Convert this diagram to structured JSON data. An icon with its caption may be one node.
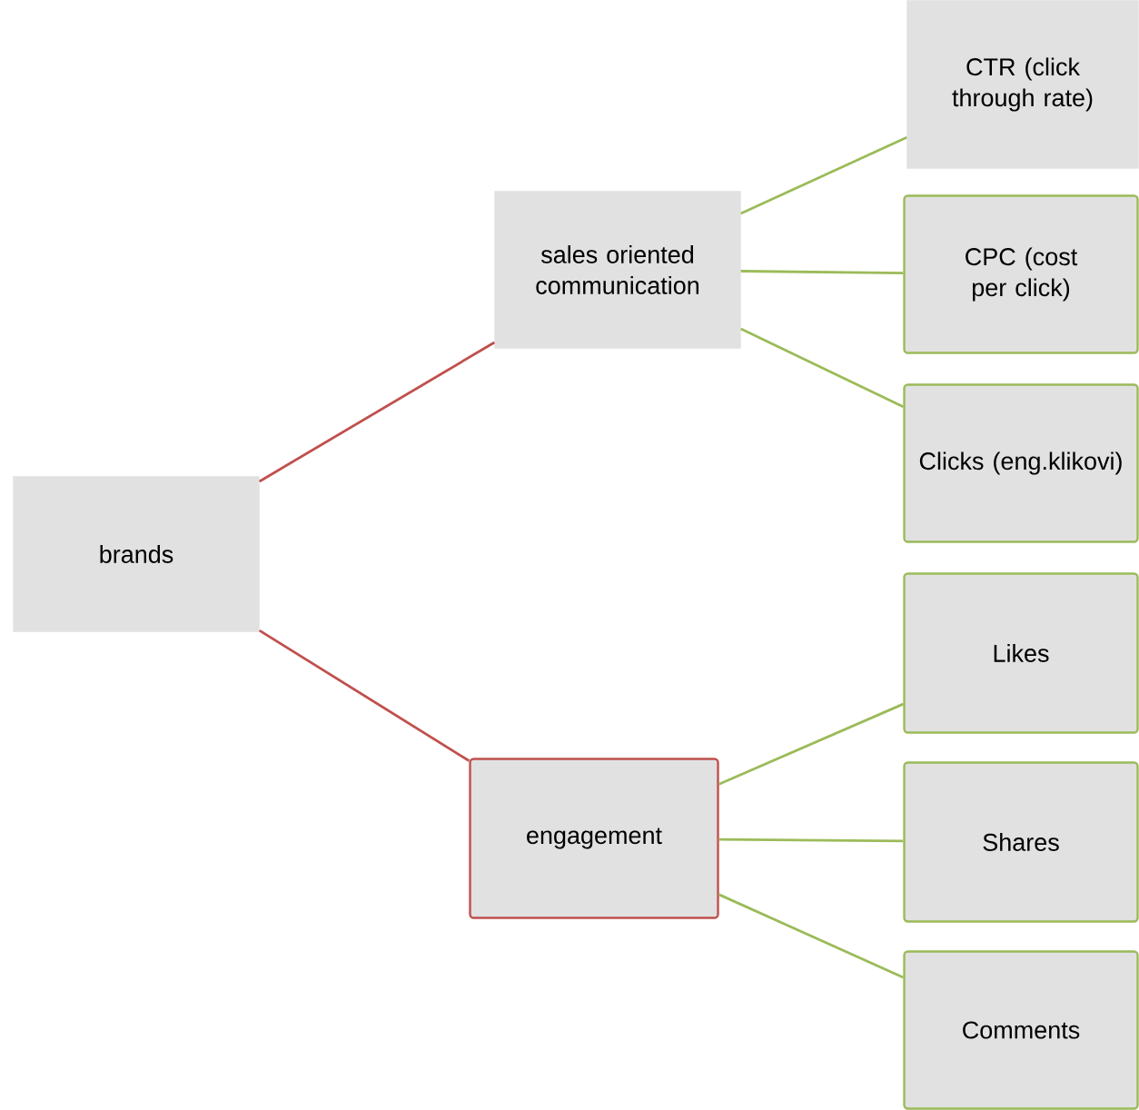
{
  "diagram": {
    "nodes": [
      {
        "text": [
          "brands"
        ]
      },
      {
        "text": [
          "sales oriented communication"
        ]
      },
      {
        "text": [
          "CTR (click through rate)"
        ]
      },
      {
        "text": [
          "CPC (cost per click)"
        ]
      },
      {
        "text": [
          "Clicks (eng.klikovi)"
        ]
      },
      {
        "text": [
          "engagement"
        ]
      },
      {
        "text": [
          "Likes"
        ]
      },
      {
        "text": [
          "Shares"
        ]
      },
      {
        "text": [
          "Comments"
        ]
      }
    ],
    "edges": [
      {
        "from": 0,
        "to": 1,
        "arrow": "none",
        "color": "#c0504d"
      },
      {
        "from": 1,
        "to": 2,
        "arrow": "none"
      },
      {
        "from": 1,
        "to": 3,
        "arrow": "none"
      },
      {
        "from": 1,
        "to": 4,
        "arrow": "none"
      },
      {
        "from": 0,
        "to": 5,
        "arrow": "none",
        "color": "#c0504d"
      },
      {
        "from": 5,
        "to": 6,
        "arrow": "none"
      },
      {
        "from": 5,
        "to": 7,
        "arrow": "none"
      },
      {
        "from": 5,
        "to": 8,
        "arrow": "none"
      }
    ]
  }
}
